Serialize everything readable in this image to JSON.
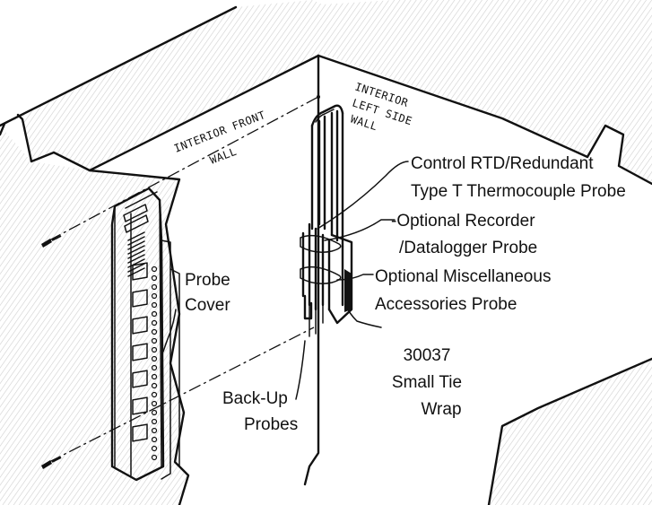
{
  "labels": {
    "interior_front_wall": [
      "INTERIOR FRONT",
      "WALL"
    ],
    "interior_left_side_wall": [
      "INTERIOR",
      "LEFT SIDE",
      "WALL"
    ],
    "control_rtd": [
      "Control RTD/Redundant",
      "Type T Thermocouple Probe"
    ],
    "recorder_probe": [
      "-Optional Recorder",
      "/Datalogger Probe"
    ],
    "misc_probe": [
      "Optional Miscellaneous",
      "Accessories Probe"
    ],
    "tie_wrap": [
      "30037",
      "Small Tie",
      "Wrap"
    ],
    "probe_cover": [
      "Probe",
      "Cover"
    ],
    "backup_probes": [
      "Back-Up",
      "Probes"
    ]
  }
}
